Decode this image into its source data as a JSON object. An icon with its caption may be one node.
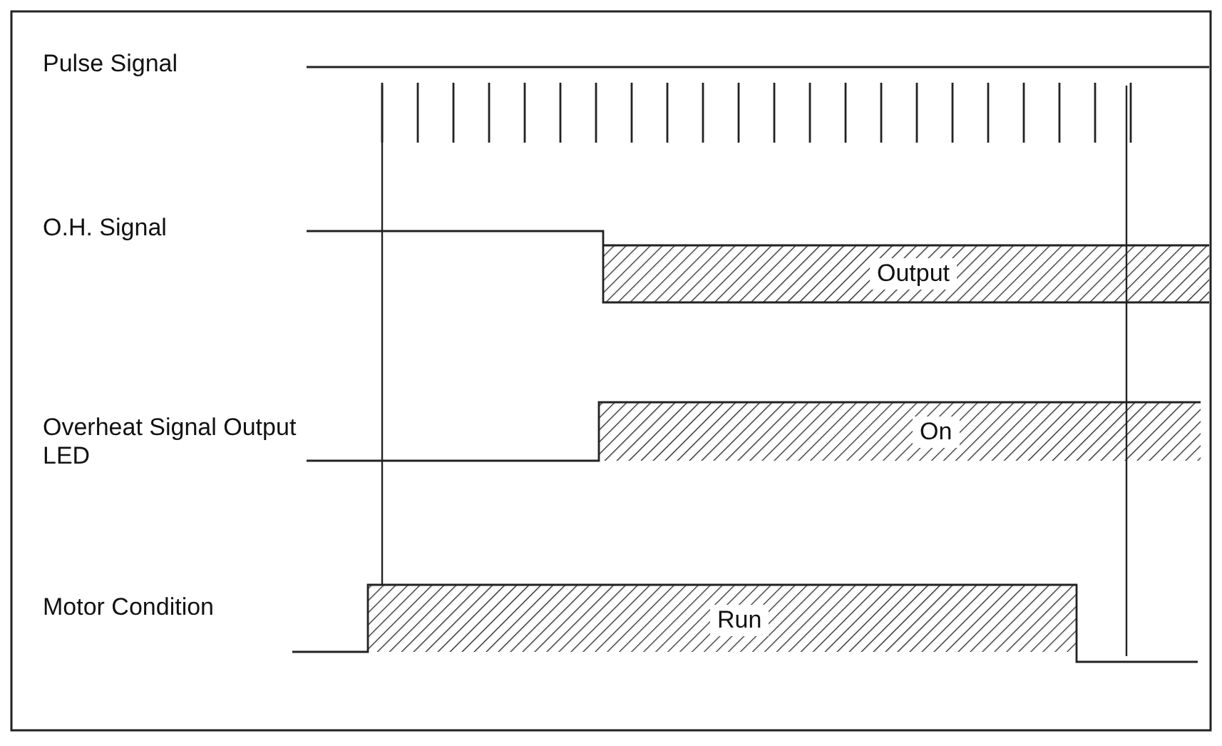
{
  "diagram": {
    "labels": [
      "Pulse Signal",
      "O.H. Signal",
      "Output",
      "Overheat Signal Output LED",
      "On",
      "Motor Condition",
      "Run"
    ]
  }
}
